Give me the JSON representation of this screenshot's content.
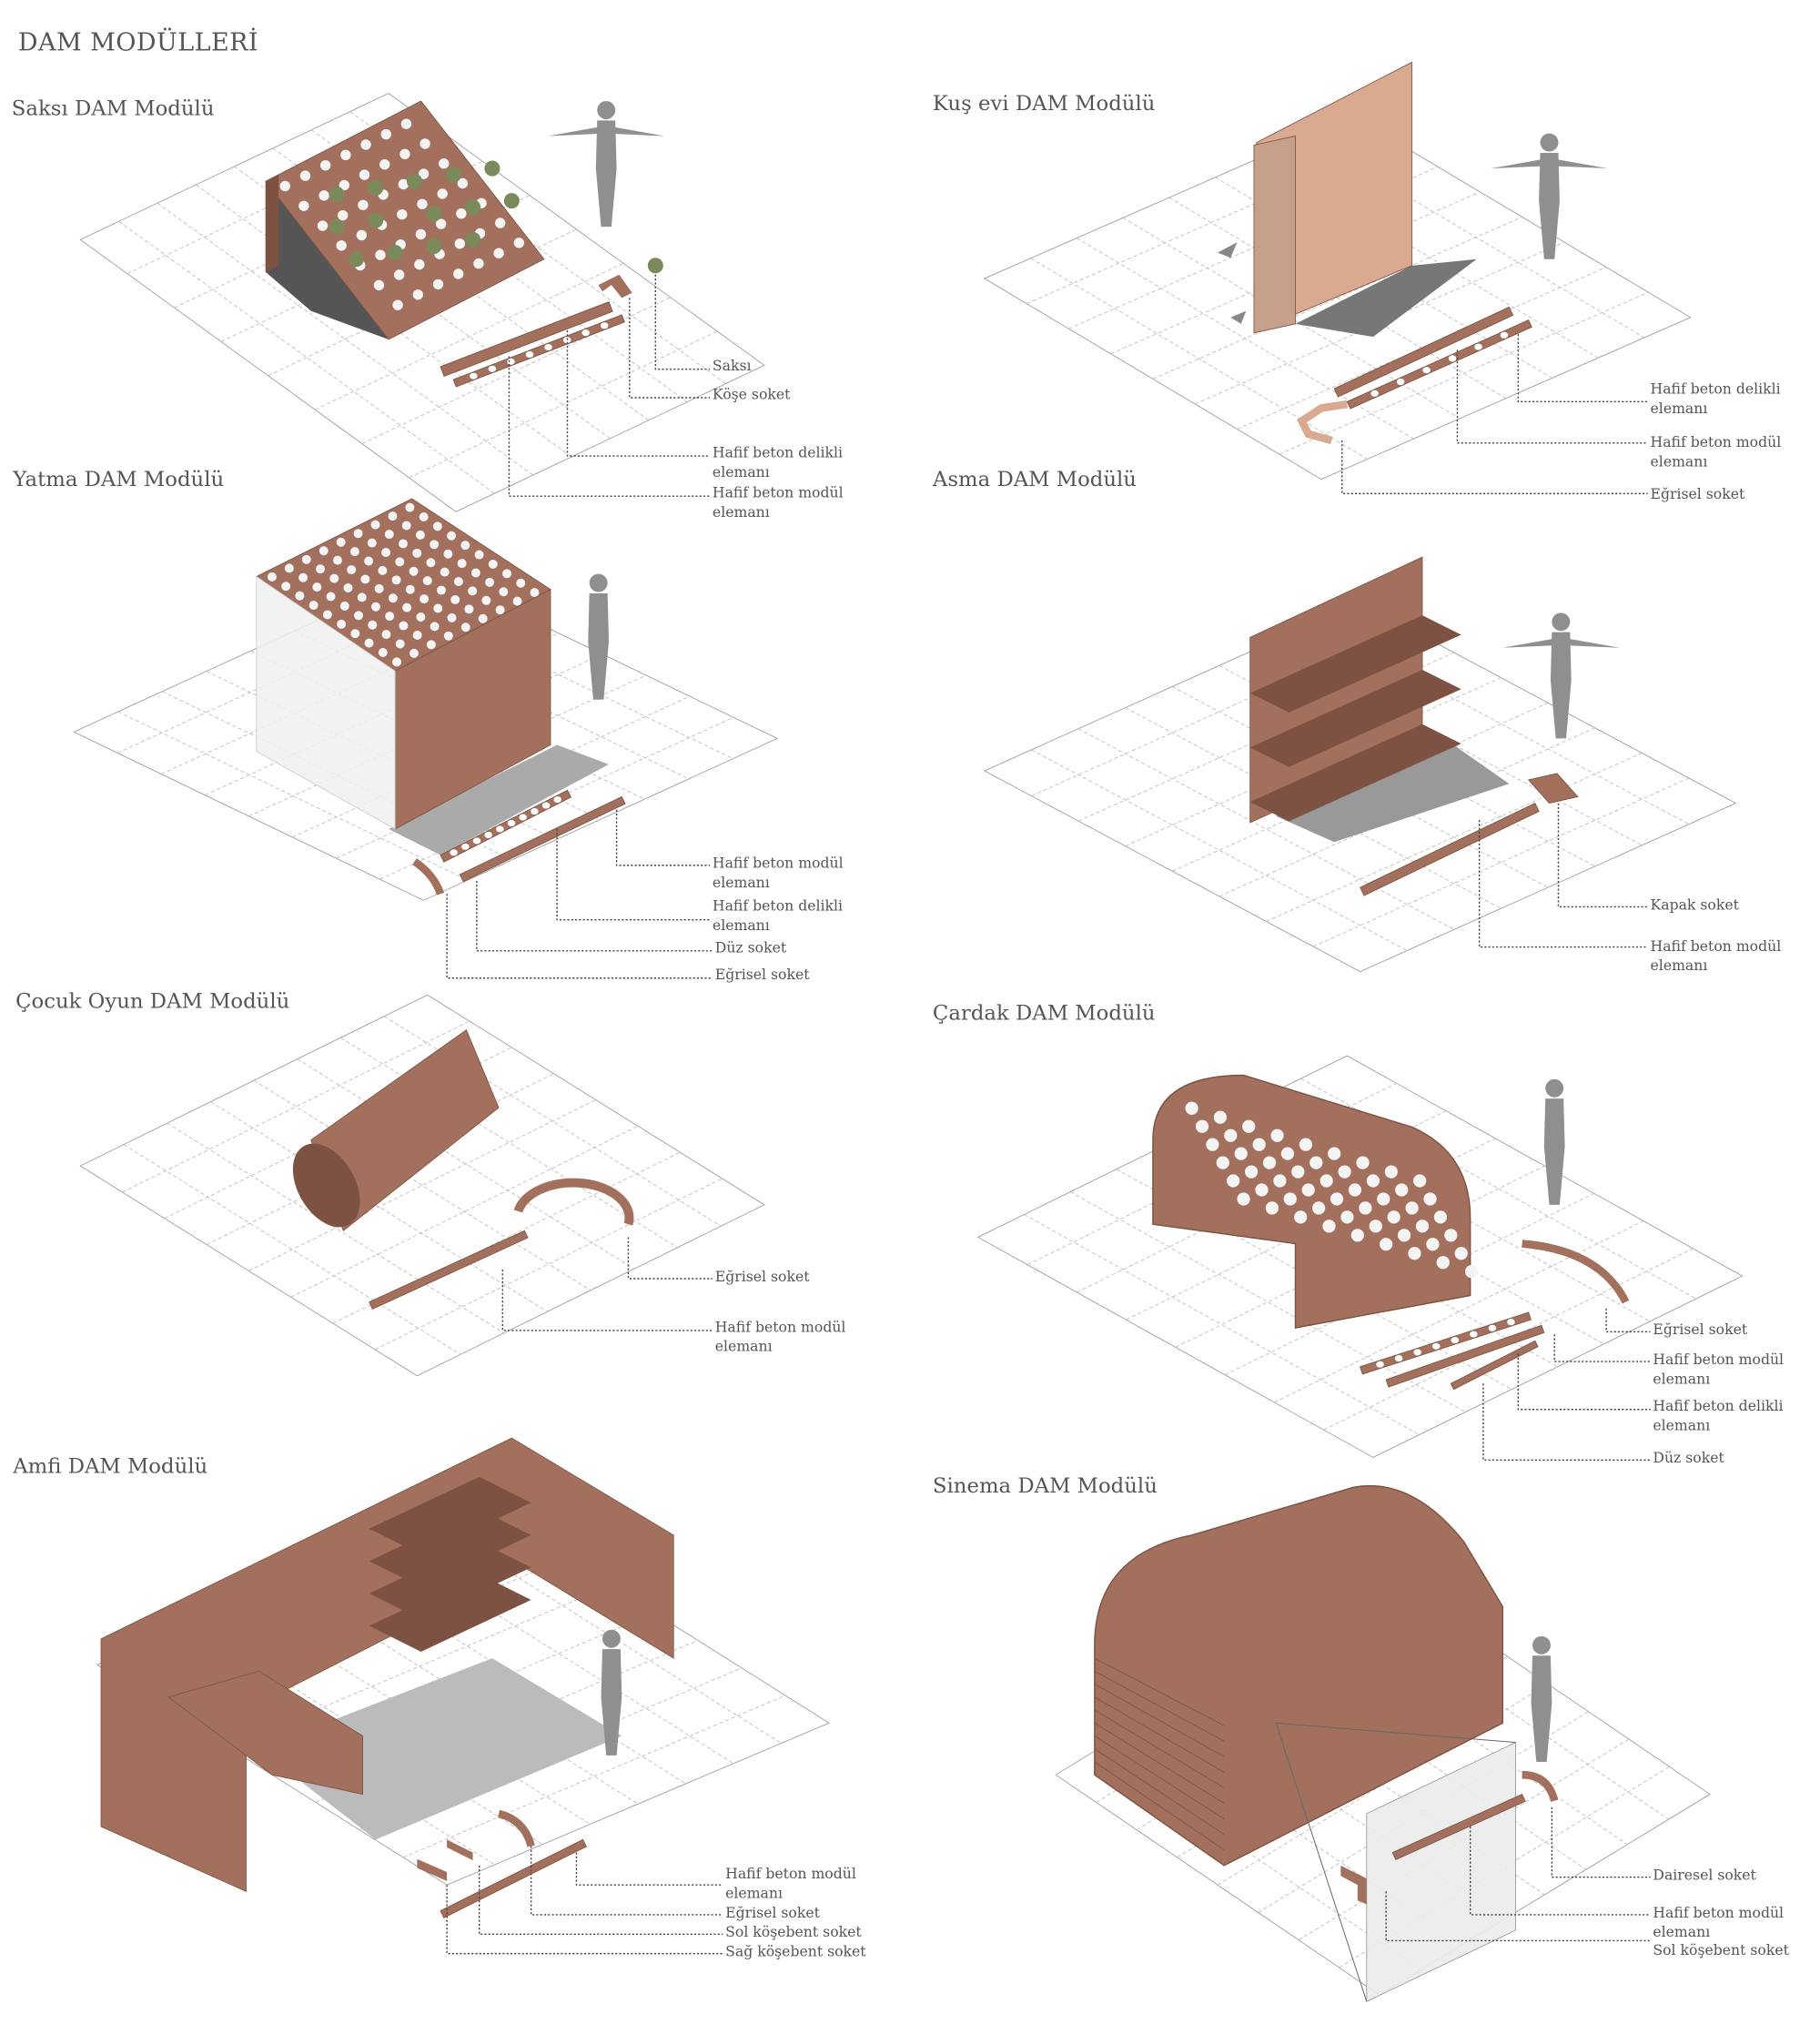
{
  "page_title": "DAM MODÜLLERİ",
  "modules": [
    {
      "title": "Saksı DAM Modülü",
      "labels": [
        "Saksı",
        "Köşe soket",
        "Hafif beton delikli elemanı",
        "Hafif beton modül elemanı"
      ]
    },
    {
      "title": "Kuş evi DAM Modülü",
      "labels": [
        "Hafif beton delikli elemanı",
        "Hafif beton modül elemanı",
        "Eğrisel soket"
      ]
    },
    {
      "title": "Yatma DAM Modülü",
      "labels": [
        "Hafif beton modül elemanı",
        "Hafif beton delikli elemanı",
        "Düz soket",
        "Eğrisel soket"
      ]
    },
    {
      "title": "Asma DAM Modülü",
      "labels": [
        "Kapak soket",
        "Hafif beton modül elemanı"
      ]
    },
    {
      "title": "Çocuk Oyun DAM Modülü",
      "labels": [
        "Eğrisel soket",
        "Hafif beton modül elemanı"
      ]
    },
    {
      "title": "Çardak DAM Modülü",
      "labels": [
        "Eğrisel soket",
        "Hafif beton modül elemanı",
        "Hafif beton delikli elemanı",
        "Düz soket"
      ]
    },
    {
      "title": "Amfi DAM Modülü",
      "labels": [
        "Hafif beton modül elemanı",
        "Eğrisel soket",
        "Sol köşebent soket",
        "Sağ köşebent soket"
      ]
    },
    {
      "title": "Sinema DAM Modülü",
      "labels": [
        "Dairesel soket",
        "Hafif beton modül elemanı",
        "Sol köşebent soket"
      ]
    }
  ],
  "colors": {
    "module": "#a3705e",
    "module_dark": "#7d5242",
    "module_light": "#d9a990",
    "shadow": "#8a8a8a",
    "person": "#8f8f8f",
    "text": "#555555",
    "grid": "#bbbbbb"
  }
}
